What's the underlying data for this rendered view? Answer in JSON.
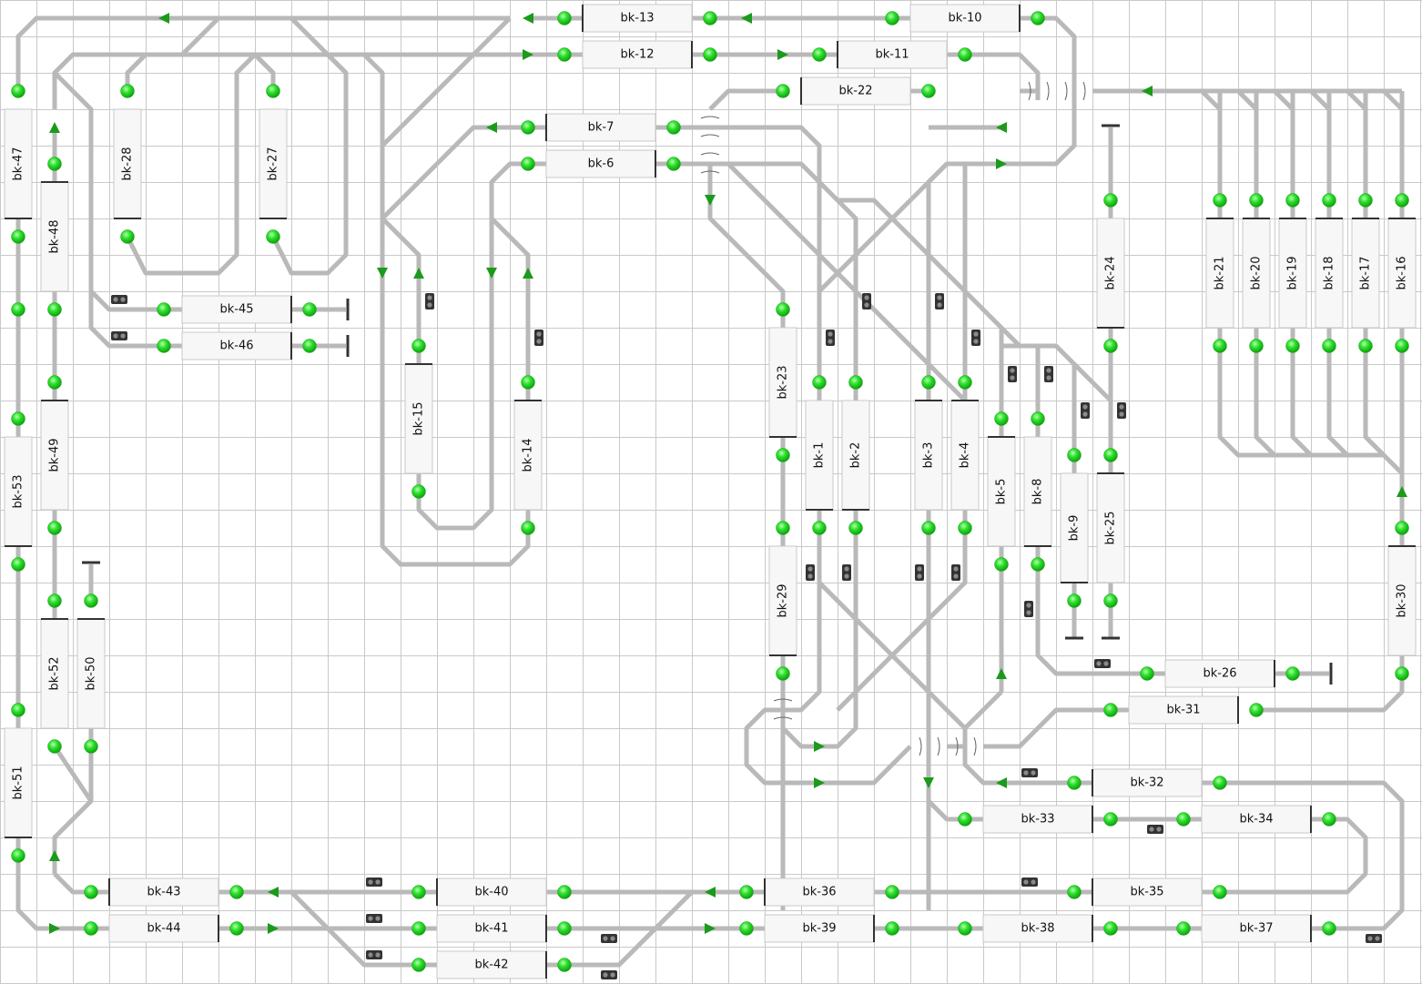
{
  "blocks": {
    "bk-1": "bk-1",
    "bk-2": "bk-2",
    "bk-3": "bk-3",
    "bk-4": "bk-4",
    "bk-5": "bk-5",
    "bk-6": "bk-6",
    "bk-7": "bk-7",
    "bk-8": "bk-8",
    "bk-9": "bk-9",
    "bk-10": "bk-10",
    "bk-11": "bk-11",
    "bk-12": "bk-12",
    "bk-13": "bk-13",
    "bk-14": "bk-14",
    "bk-15": "bk-15",
    "bk-16": "bk-16",
    "bk-17": "bk-17",
    "bk-18": "bk-18",
    "bk-19": "bk-19",
    "bk-20": "bk-20",
    "bk-21": "bk-21",
    "bk-22": "bk-22",
    "bk-23": "bk-23",
    "bk-24": "bk-24",
    "bk-25": "bk-25",
    "bk-26": "bk-26",
    "bk-27": "bk-27",
    "bk-28": "bk-28",
    "bk-29": "bk-29",
    "bk-30": "bk-30",
    "bk-31": "bk-31",
    "bk-32": "bk-32",
    "bk-33": "bk-33",
    "bk-34": "bk-34",
    "bk-35": "bk-35",
    "bk-36": "bk-36",
    "bk-37": "bk-37",
    "bk-38": "bk-38",
    "bk-39": "bk-39",
    "bk-40": "bk-40",
    "bk-41": "bk-41",
    "bk-42": "bk-42",
    "bk-43": "bk-43",
    "bk-44": "bk-44",
    "bk-45": "bk-45",
    "bk-46": "bk-46",
    "bk-47": "bk-47",
    "bk-48": "bk-48",
    "bk-49": "bk-49",
    "bk-50": "bk-50",
    "bk-51": "bk-51",
    "bk-52": "bk-52",
    "bk-53": "bk-53"
  },
  "colors": {
    "grid": "#c9c9c9",
    "track": "#b9b9b9",
    "sensor": "#22dd22",
    "arrow": "#1b9a1b",
    "block_fill": "#f7f7f7",
    "signal": "#333333"
  },
  "icons": {
    "sensor": "sensor-icon",
    "arrow": "direction-arrow-icon",
    "signal": "signal-icon",
    "bumper": "buffer-stop-icon"
  }
}
